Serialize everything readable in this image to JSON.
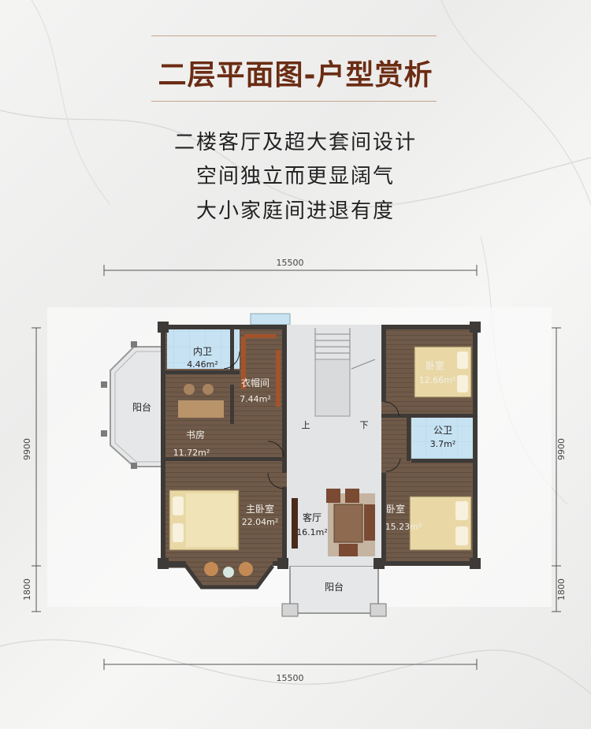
{
  "header": {
    "title": "二层平面图-户型赏析",
    "taglines": [
      "二楼客厅及超大套间设计",
      "空间独立而更显阔气",
      "大小家庭间进退有度"
    ]
  },
  "plan": {
    "dimensions": {
      "top_width": "15500",
      "bottom_width": "15500",
      "left_height": "9900",
      "right_height": "9900",
      "left_lower": "1800",
      "right_lower": "1800"
    },
    "rooms": [
      {
        "id": "inner-bath",
        "name": "内卫",
        "area": "4.46m²"
      },
      {
        "id": "closet",
        "name": "衣帽间",
        "area": "7.44m²"
      },
      {
        "id": "study",
        "name": "书房",
        "area": "11.72m²"
      },
      {
        "id": "master",
        "name": "主卧室",
        "area": "22.04m²"
      },
      {
        "id": "living",
        "name": "客厅",
        "area": "16.1m²"
      },
      {
        "id": "bedroom1",
        "name": "卧室",
        "area": "12.66m²"
      },
      {
        "id": "public-bath",
        "name": "公卫",
        "area": "3.7m²"
      },
      {
        "id": "bedroom2",
        "name": "卧室",
        "area": "15.23m²"
      }
    ],
    "balcony_left": "阳台",
    "balcony_bottom": "阳台",
    "stair_up": "上",
    "stair_down": "下"
  },
  "colors": {
    "title": "#6b2c13",
    "floor_wood": "#6b5646",
    "wall": "#3d3a37",
    "floor_tile": "#e3e5e6",
    "bed": "#efe0b0",
    "bath_tile": "#c9e3f3"
  }
}
